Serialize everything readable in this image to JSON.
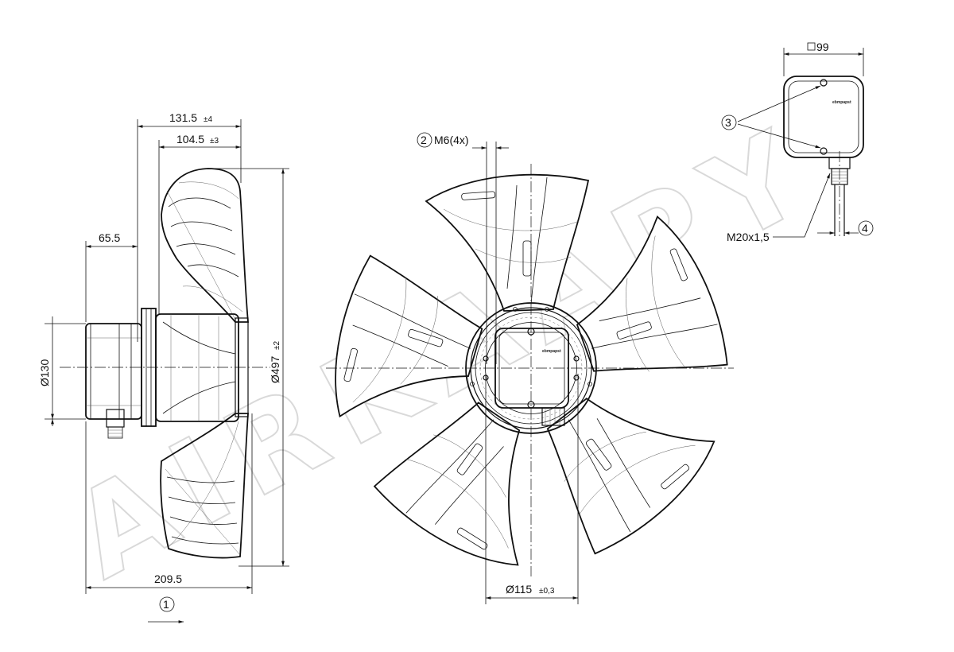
{
  "watermark": "AIRKAAPY",
  "brand": "ebmpapst",
  "side_view": {
    "dim_overall_depth": "131.5",
    "dim_overall_depth_tol": "±4",
    "dim_blade_depth": "104.5",
    "dim_blade_depth_tol": "±3",
    "dim_motor": "65.5",
    "dim_total": "209.5",
    "dim_motor_dia": "Ø130",
    "dim_fan_dia": "Ø497",
    "dim_fan_dia_tol": "±2",
    "callout_1": "1"
  },
  "front_view": {
    "callout_2": "2",
    "thread": "M6(4x)",
    "dim_bolt_circle": "Ø115",
    "dim_bolt_circle_tol": "±0,3"
  },
  "terminal_box": {
    "dim_square": "99",
    "callout_3": "3",
    "callout_4": "4",
    "cable_gland": "M20x1,5"
  }
}
